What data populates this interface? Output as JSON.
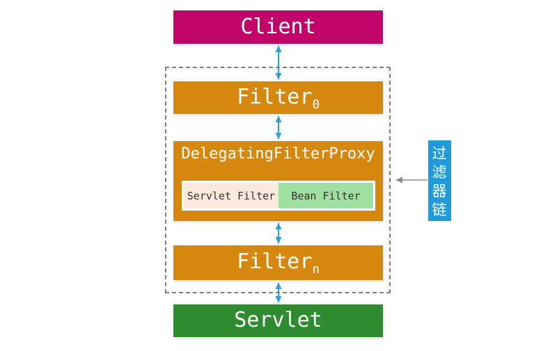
{
  "colors": {
    "client_bg": "#c1056b",
    "filter_bg": "#d6870d",
    "servlet_bg": "#2e8b30",
    "label_bg": "#1f9bdb",
    "arrow_blue": "#2ba2dc",
    "arrow_gray": "#8c8c8c",
    "dash_gray": "#7e7e7e",
    "inner_left_bg": "#fbe9dd",
    "inner_right_bg": "#9fdf9f",
    "inner_text": "#333333"
  },
  "client": {
    "label": "Client"
  },
  "chain": {
    "filter_first": {
      "base": "Filter",
      "sub": "0"
    },
    "delegating_proxy": {
      "title": "DelegatingFilterProxy",
      "servlet_filter": "Servlet Filter",
      "bean_filter": "Bean Filter"
    },
    "filter_last": {
      "base": "Filter",
      "sub": "n"
    },
    "side_label": "过滤器链"
  },
  "servlet": {
    "label": "Servlet"
  }
}
